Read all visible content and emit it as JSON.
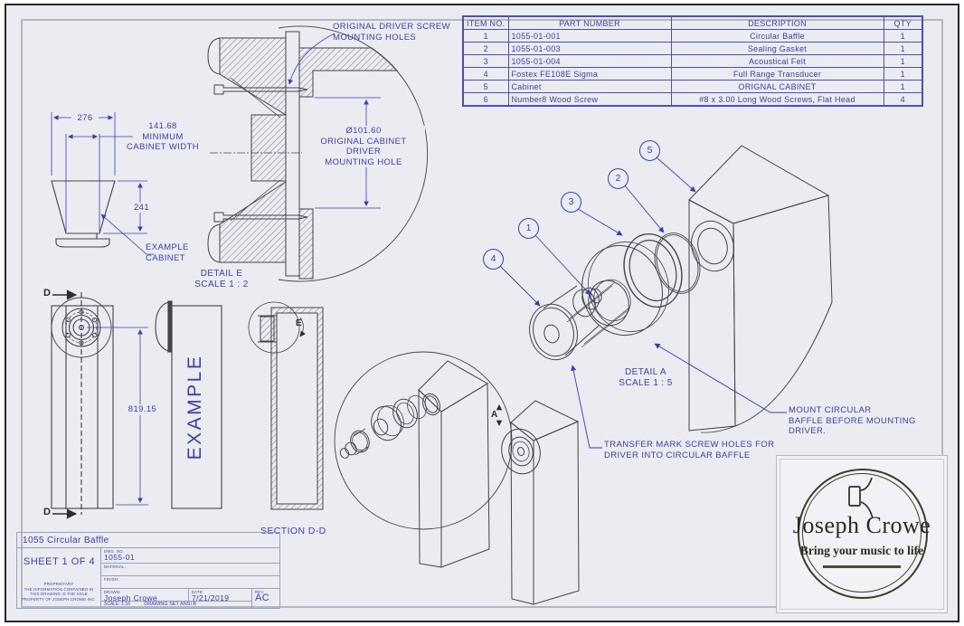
{
  "drawing": {
    "annotations": {
      "driver_screw_holes": "ORIGINAL DRIVER SCREW\nMOUNTING HOLES",
      "cabinet_mounting_hole": "Ø101.60\nORIGINAL CABINET DRIVER\nMOUNTING HOLE",
      "detail_e": "DETAIL E\nSCALE 1 : 2",
      "detail_a": "DETAIL A\nSCALE 1 : 5",
      "section_dd": "SECTION D-D",
      "mount_circular": "MOUNT CIRCULAR\nBAFFLE BEFORE MOUNTING\nDRIVER.",
      "transfer_mark": "TRANSFER MARK SCREW HOLES FOR\nDRIVER INTO CIRCULAR BAFFLE",
      "example_cabinet": "EXAMPLE\nCABINET",
      "example_watermark": "EXAMPLE",
      "min_cabinet_width": "141.68\nMINIMUM\nCABINET WIDTH"
    },
    "dimensions": {
      "top_width": "276",
      "depth": "241",
      "height": "819.15"
    },
    "section_labels": {
      "d_top": "D",
      "d_bottom": "D",
      "e": "E",
      "a": "A"
    },
    "balloons": [
      "1",
      "2",
      "3",
      "4",
      "5"
    ]
  },
  "parts_table": {
    "headers": [
      "ITEM NO.",
      "PART NUMBER",
      "DESCRIPTION",
      "QTY"
    ],
    "rows": [
      [
        "1",
        "1055-01-001",
        "Circular Baffle",
        "1"
      ],
      [
        "2",
        "1055-01-003",
        "Sealing Gasket",
        "1"
      ],
      [
        "3",
        "1055-01-004",
        "Acoustical Felt",
        "1"
      ],
      [
        "4",
        "Fostex FE108E Sigma",
        "Full Range Transducer",
        "1"
      ],
      [
        "5",
        "Cabinet",
        "ORIGNAL CABINET",
        "1"
      ],
      [
        "6",
        "Number8 Wood Screw",
        "#8 x 3.00 Long Wood Screws, Flat Head",
        "4"
      ]
    ]
  },
  "title_block": {
    "title": "1055 Circular Baffle",
    "sheet": "SHEET 1 OF 4",
    "proprietary": "PROPRIETARY\nTHE INFORMATION CONTAINED IN\nTHIS DRAWING IS THE SOLE\nPROPERTY OF JOSEPH CROWE INC.",
    "dwg_no_label": "DWG. NO.",
    "dwg_no": "1055-01",
    "material_label": "MATERIAL:",
    "finish_label": "FINISH:",
    "drawn_label": "DRAWN:",
    "drawn_by": "Joseph Crowe",
    "date_label": "DATE",
    "date": "7/21/2019",
    "rev_label": "REV.",
    "rev": "AC",
    "scale_label": "SCALE: 1:16",
    "drawing_set": "DRAWING SET ANSI B"
  },
  "logo": {
    "name": "Joseph Crowe",
    "tagline": "Bring your music to life"
  }
}
